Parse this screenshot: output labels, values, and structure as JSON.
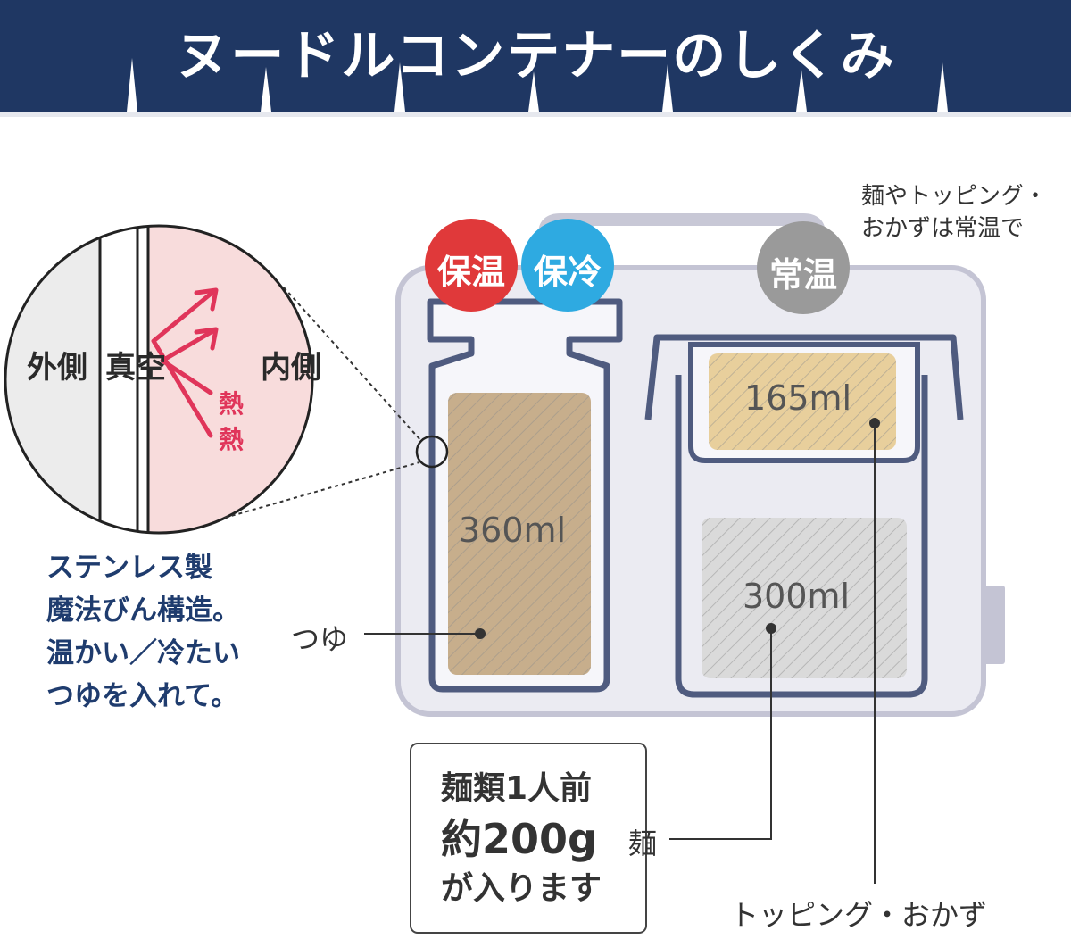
{
  "banner": {
    "title": "ヌードルコンテナーのしくみ",
    "color": "#1f3763"
  },
  "inset": {
    "outer_label": "外側",
    "vacuum_label": "真空",
    "inner_label": "内側",
    "heat_label": "熱",
    "description_lines": [
      "ステンレス製",
      "魔法びん構造。",
      "温かい／冷たい",
      "つゆを入れて。"
    ]
  },
  "badges": {
    "warm": {
      "label": "保温",
      "color": "#e0393a"
    },
    "cold": {
      "label": "保冷",
      "color": "#2eaae1"
    },
    "room": {
      "label": "常温",
      "color": "#9a9a9a"
    }
  },
  "note_lines": [
    "麺やトッピング・",
    "おかずは常温で"
  ],
  "compartments": {
    "soup": {
      "volume": "360ml",
      "label": "つゆ"
    },
    "topping": {
      "volume": "165ml",
      "label": "トッピング・おかず"
    },
    "noodle": {
      "volume": "300ml",
      "label": "麺"
    }
  },
  "noodle_box": {
    "line1": "麺類1人前",
    "line2": "約200g",
    "line3": "が入ります"
  },
  "colors": {
    "outline": "#4f5b7f",
    "case_fill": "#ebebf2",
    "soup_fill": "#c7ae8c",
    "topping_fill": "#e8cf9c",
    "noodle_fill": "#dadada",
    "inner_wall": "#f8dcdc",
    "heat_arrow": "#e0355a",
    "text_blue": "#1f3c6e"
  }
}
